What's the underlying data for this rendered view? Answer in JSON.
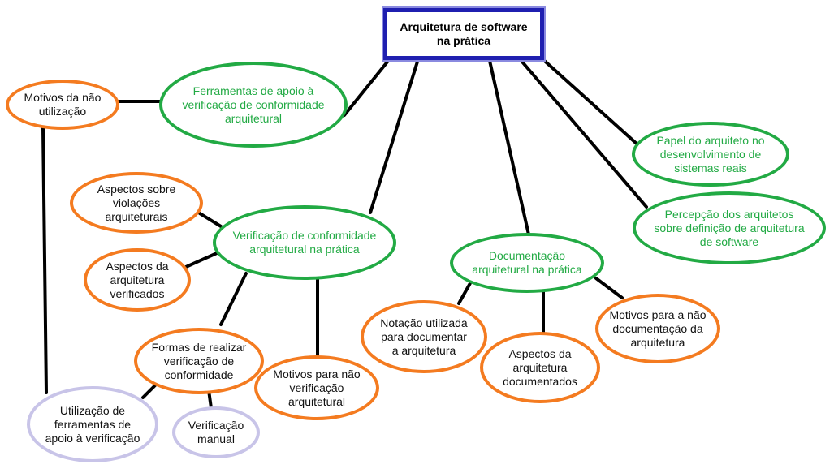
{
  "root": "Arquitetura de software\nna prática",
  "nodes": {
    "ferramentas": "Ferramentas de apoio à\nverificação de conformidade\narquitetural",
    "motivos_nao_utilizacao": "Motivos da não\nutilização",
    "papel": "Papel do arquiteto no\ndesenvolvimento de\nsistemas reais",
    "percepcao": "Percepção dos arquitetos\nsobre definição de arquitetura\nde software",
    "verificacao": "Verificação de conformidade\narquitetural na prática",
    "violacoes": "Aspectos sobre\nviolações\narquiteturais",
    "aspectos_verificados": "Aspectos da\narquitetura\nverificados",
    "formas": "Formas de realizar\nverificação de\nconformidade",
    "motivos_nao_verificacao": "Motivos para não\nverificação\narquitetural",
    "utilizacao": "Utilização de\nferramentas de\napoio à verificação",
    "manual": "Verificação\nmanual",
    "documentacao": "Documentação\narquitetural na prática",
    "notacao": "Notação utilizada\npara documentar\na arquitetura",
    "aspectos_documentados": "Aspectos da\narquitetura\ndocumentados",
    "motivos_nao_documentacao": "Motivos para a não\ndocumentação da\narquitetura"
  },
  "colors": {
    "root_border": "#1f1fb0",
    "main_topic": "#22aa44",
    "subtopic": "#f47b20",
    "tool_usage": "#c8c4e8",
    "connector": "#000000"
  }
}
